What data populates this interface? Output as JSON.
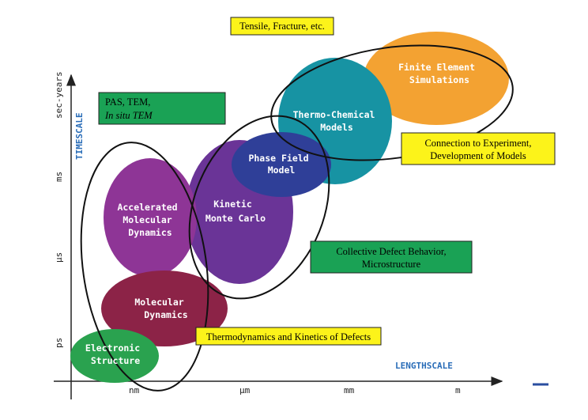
{
  "axes": {
    "y_title": "TIMESCALE",
    "x_title": "LENGTHSCALE",
    "y_ticks": [
      "sec-years",
      "ms",
      "µs",
      "ps"
    ],
    "x_ticks": [
      "nm",
      "µm",
      "mm",
      "m"
    ]
  },
  "blobs": {
    "electronic_structure": [
      "Electronic",
      "Structure"
    ],
    "molecular_dynamics": [
      "Molecular",
      "Dynamics"
    ],
    "accelerated_md": [
      "Accelerated",
      "Molecular",
      "Dynamics"
    ],
    "kinetic_mc": [
      "Kinetic",
      "Monte Carlo"
    ],
    "phase_field": [
      "Phase Field",
      "Model"
    ],
    "thermo_chemical": [
      "Thermo-Chemical",
      "Models"
    ],
    "finite_element": [
      "Finite Element",
      "Simulations"
    ]
  },
  "boxes": {
    "tensile": [
      "Tensile, Fracture, etc."
    ],
    "pas_tem": [
      "PAS, TEM,",
      "In situ TEM"
    ],
    "connection": [
      "Connection to Experiment,",
      "Development of Models"
    ],
    "collective": [
      "Collective Defect Behavior,",
      "Microstructure"
    ],
    "thermodynamics": [
      "Thermodynamics and Kinetics of Defects"
    ]
  },
  "colors": {
    "electronic_structure": "#2aa24f",
    "molecular_dynamics": "#8c2347",
    "accelerated_md": "#8e3596",
    "kinetic_mc": "#6a3497",
    "phase_field": "#2f3f98",
    "thermo_chemical": "#1793a3",
    "finite_element": "#f3a232",
    "box_yellow": "#fcf31a",
    "box_green": "#1aa255",
    "axis_title": "#2a6db8"
  }
}
